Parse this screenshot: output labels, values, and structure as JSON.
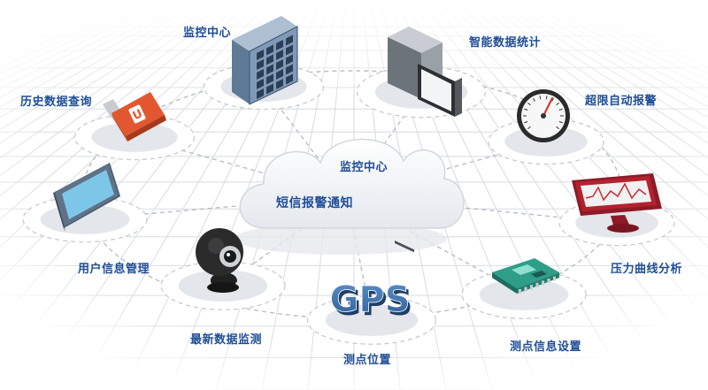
{
  "center": {
    "title": "监控中心",
    "subtitle": "短信报警通知"
  },
  "nodes": [
    {
      "id": "monitor-center",
      "label": "监控中心",
      "icon": "server-cabinet-icon"
    },
    {
      "id": "smart-stats",
      "label": "智能数据统计",
      "icon": "desktop-computer-icon"
    },
    {
      "id": "over-limit-alarm",
      "label": "超限自动报警",
      "icon": "pressure-gauge-icon"
    },
    {
      "id": "pressure-curve",
      "label": "压力曲线分析",
      "icon": "curve-monitor-icon"
    },
    {
      "id": "point-settings",
      "label": "测点信息设置",
      "icon": "circuit-board-icon"
    },
    {
      "id": "point-location",
      "label": "测点位置",
      "icon": "gps-text-icon"
    },
    {
      "id": "latest-monitor",
      "label": "最新数据监测",
      "icon": "webcam-icon"
    },
    {
      "id": "user-info",
      "label": "用户信息管理",
      "icon": "tablet-icon"
    },
    {
      "id": "history-query",
      "label": "历史数据查询",
      "icon": "usb-drive-icon"
    }
  ],
  "icon_text": {
    "gps": "GPS",
    "usb": "U"
  },
  "colors": {
    "label": "#1f4e96",
    "accent": "#d63b2f",
    "grid": "#d4d8df"
  }
}
